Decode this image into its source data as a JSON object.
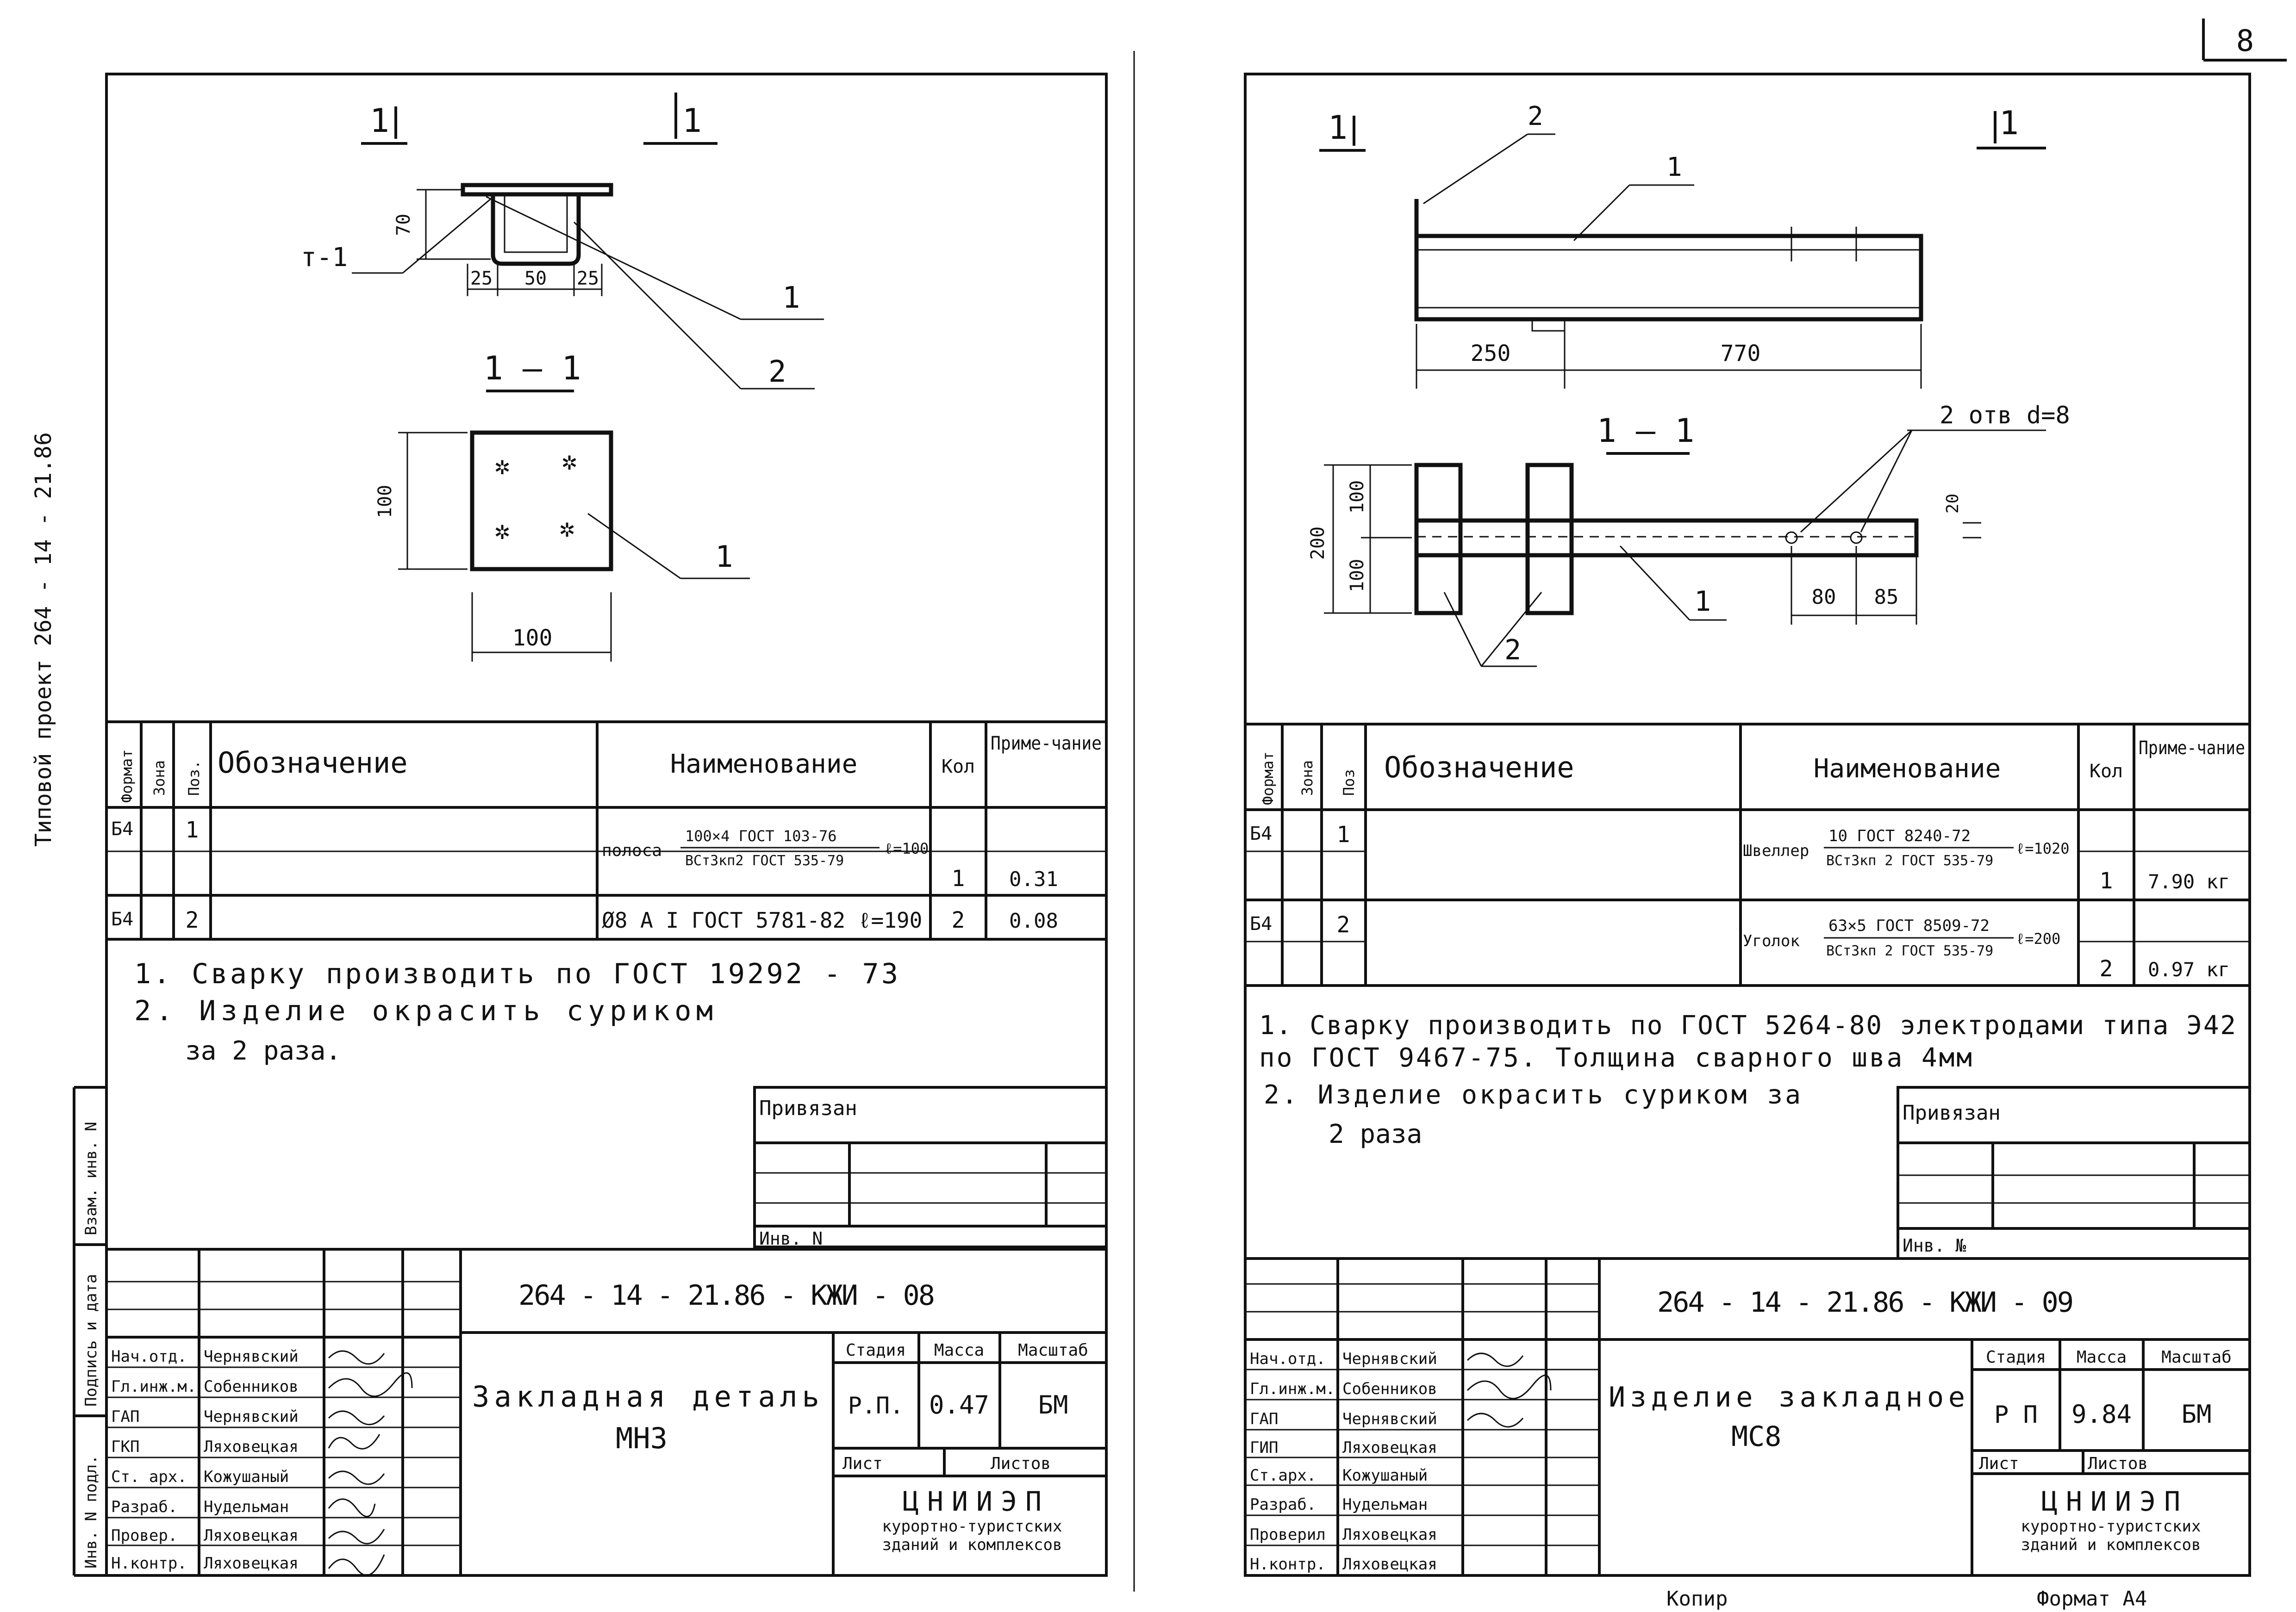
{
  "page_number": "8",
  "side_stamp": "Типовой проект 264 - 14 - 21.86",
  "left": {
    "drawing": {
      "section_mark_a": "1",
      "section_mark_b": "1",
      "section_title": "1 — 1",
      "weld_mark": "т-1",
      "dim_height": "70",
      "dim_25a": "25",
      "dim_50": "50",
      "dim_25b": "25",
      "dim_side": "100",
      "dim_bottom": "100",
      "callout_1a": "1",
      "callout_2": "2",
      "callout_1b": "1"
    },
    "spec": {
      "headers": {
        "format": "Формат",
        "zone": "Зона",
        "pos": "Поз.",
        "designation": "Обозначение",
        "name": "Наименование",
        "qty": "Кол",
        "note": "Приме-чание"
      },
      "rows": [
        {
          "format": "Б4",
          "pos": "1",
          "name_prefix": "полоса",
          "name_top": "100×4 ГОСТ 103-76",
          "name_bottom": "ВСт3кп2 ГОСТ 535-79",
          "length": "ℓ=100",
          "qty": "1",
          "note": "0.31"
        },
        {
          "format": "Б4",
          "pos": "2",
          "name_line": "Ø8 A I ГОСТ 5781-82  ℓ=190",
          "qty": "2",
          "note": "0.08"
        }
      ]
    },
    "notes": [
      "1. Сварку производить по ГОСТ 19292 - 73",
      "2. Изделие окрасить суриком",
      "за 2 раза."
    ],
    "privyazan": "Привязан",
    "inv": "Инв. N",
    "doc_code": "264 - 14 - 21.86 - КЖИ - 08",
    "title": [
      "Закладная деталь",
      "МН3"
    ],
    "stage_header": "Стадия",
    "mass_header": "Масса",
    "scale_header": "Масштаб",
    "stage": "Р.П.",
    "mass": "0.47",
    "scale": "БМ",
    "sheet_label": "Лист",
    "sheets_label": "Листов",
    "org": [
      "ЦНИИЭП",
      "курортно-туристских",
      "зданий и комплексов"
    ],
    "staff": [
      {
        "role": "Нач.отд.",
        "name": "Чернявский"
      },
      {
        "role": "Гл.инж.м.",
        "name": "Собенников"
      },
      {
        "role": "ГАП",
        "name": "Чернявский"
      },
      {
        "role": "ГКП",
        "name": "Ляховецкая"
      },
      {
        "role": "Ст. арх.",
        "name": "Кожушаный"
      },
      {
        "role": "Разраб.",
        "name": "Нудельман"
      },
      {
        "role": "Провер.",
        "name": "Ляховецкая"
      },
      {
        "role": "Н.контр.",
        "name": "Ляховецкая"
      }
    ],
    "side_labels": [
      "Взам. инв. N",
      "Подпись и дата",
      "Инв. N подл."
    ]
  },
  "right": {
    "drawing": {
      "section_mark_a": "1",
      "section_mark_b": "1",
      "section_title": "1 — 1",
      "callout_2a": "2",
      "callout_1a": "1",
      "callout_1b": "1",
      "callout_2b": "2",
      "dim_250": "250",
      "dim_770": "770",
      "holes": "2 отв d=8",
      "dim_200": "200",
      "dim_100a": "100",
      "dim_100b": "100",
      "dim_20": "20",
      "dim_80": "80",
      "dim_85": "85"
    },
    "spec": {
      "headers": {
        "format": "Формат",
        "zone": "Зона",
        "pos": "Поз",
        "designation": "Обозначение",
        "name": "Наименование",
        "qty": "Кол",
        "note": "Приме-чание"
      },
      "rows": [
        {
          "format": "Б4",
          "pos": "1",
          "name_prefix": "Швеллер",
          "name_top": "10 ГОСТ 8240-72",
          "name_bottom": "ВСт3кп 2 ГОСТ 535-79",
          "length": "ℓ=1020",
          "qty": "1",
          "note": "7.90 кг"
        },
        {
          "format": "Б4",
          "pos": "2",
          "name_prefix": "Уголок",
          "name_top": "63×5 ГОСТ 8509-72",
          "name_bottom": "ВСт3кп 2 ГОСТ 535-79",
          "length": "ℓ=200",
          "qty": "2",
          "note": "0.97 кг"
        }
      ]
    },
    "notes": [
      "1. Сварку производить по ГОСТ 5264-80 электродами типа Э42",
      "по ГОСТ 9467-75. Толщина сварного шва 4мм",
      "2. Изделие окрасить суриком за",
      "2 раза"
    ],
    "privyazan": "Привязан",
    "inv": "Инв. №",
    "doc_code": "264 - 14 - 21.86 - КЖИ - 09",
    "title": [
      "Изделие закладное",
      "МС8"
    ],
    "stage_header": "Стадия",
    "mass_header": "Масса",
    "scale_header": "Масштаб",
    "stage": "Р П",
    "mass": "9.84",
    "scale": "БМ",
    "sheet_label": "Лист",
    "sheets_label": "Листов",
    "org": [
      "ЦНИИЭП",
      "курортно-туристских",
      "зданий и комплексов"
    ],
    "staff": [
      {
        "role": "Нач.отд.",
        "name": "Чернявский"
      },
      {
        "role": "Гл.инж.м.",
        "name": "Собенников"
      },
      {
        "role": "ГАП",
        "name": "Чернявский"
      },
      {
        "role": "ГИП",
        "name": "Ляховецкая"
      },
      {
        "role": "Ст.арх.",
        "name": "Кожушаный"
      },
      {
        "role": "Разраб.",
        "name": "Нудельман"
      },
      {
        "role": "Проверил",
        "name": "Ляховецкая"
      },
      {
        "role": "Н.контр.",
        "name": "Ляховецкая"
      }
    ]
  },
  "footer": {
    "copied": "Копир",
    "format": "Формат А4"
  }
}
